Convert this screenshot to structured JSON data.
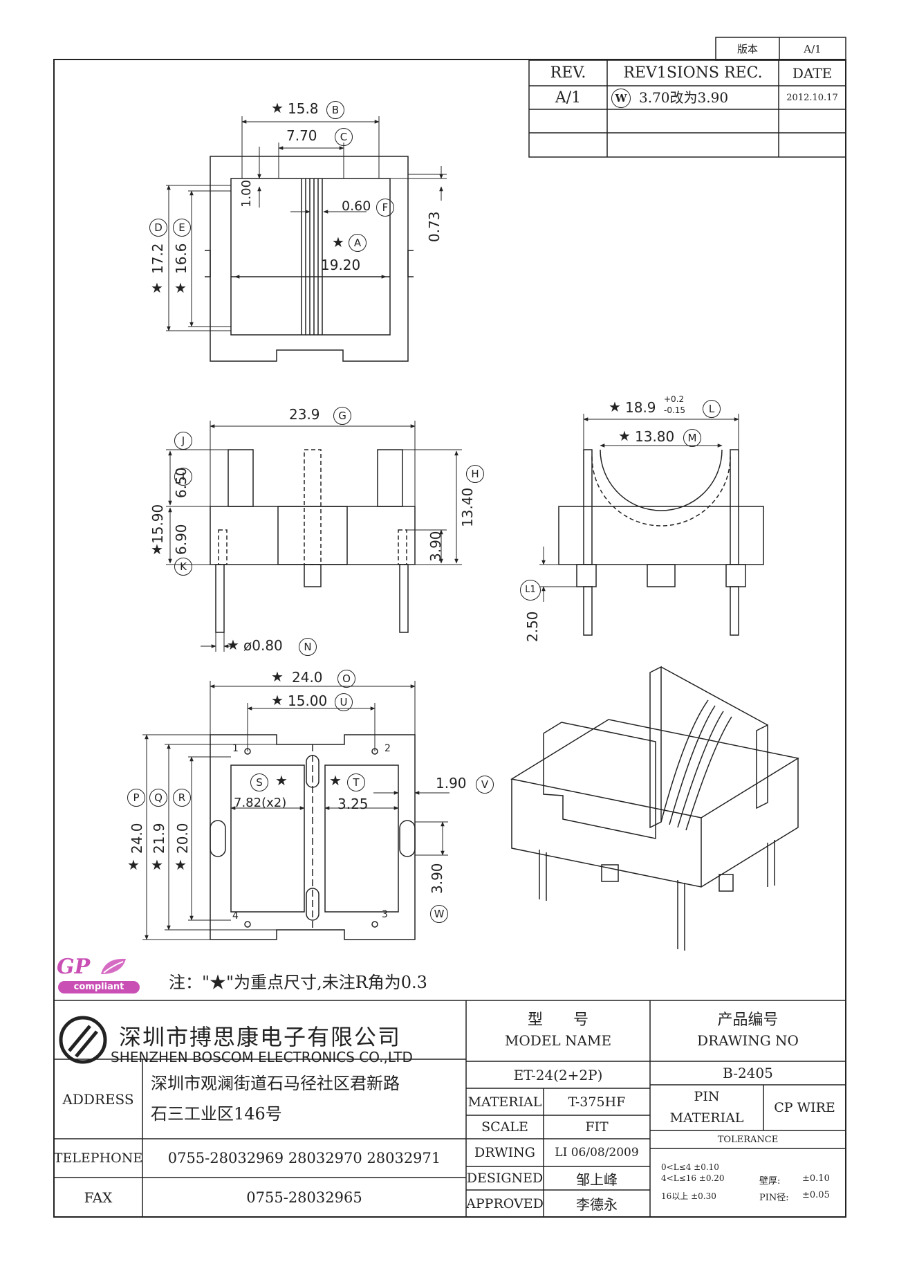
{
  "version_box": {
    "label": "版本",
    "value": "A/1"
  },
  "revisions": {
    "headers": [
      "REV.",
      "REV1SIONS REC.",
      "DATE"
    ],
    "rows": [
      {
        "rev": "A/1",
        "mark": "W",
        "text": "3.70改为3.90",
        "date": "2012.10.17"
      }
    ]
  },
  "top_view": {
    "dims": [
      "15.8",
      "7.70",
      "1.00",
      "0.60",
      "0.73",
      "17.2",
      "16.6",
      "19.20"
    ],
    "markers": [
      "B",
      "C",
      "F",
      "A",
      "D",
      "E"
    ]
  },
  "front_view": {
    "dims": [
      "23.9",
      "6.50",
      "15.90",
      "6.90",
      "13.40",
      "3.90",
      "ø0.80"
    ],
    "markers": [
      "G",
      "J",
      "I",
      "K",
      "H",
      "N"
    ]
  },
  "side_view": {
    "dims": [
      "18.9",
      "+0.2",
      "-0.15",
      "13.80",
      "2.50"
    ],
    "markers": [
      "L",
      "M",
      "L1"
    ]
  },
  "bottom_view": {
    "dims": [
      "24.0",
      "15.00",
      "7.82(x2)",
      "3.25",
      "1.90",
      "24.0",
      "21.9",
      "20.0",
      "3.90"
    ],
    "markers": [
      "O",
      "U",
      "S",
      "T",
      "V",
      "P",
      "Q",
      "R",
      "W"
    ],
    "pins": [
      "1",
      "2",
      "3",
      "4"
    ]
  },
  "logo": {
    "gp": "GP",
    "compliant": "compliant"
  },
  "note": "注：\"★\"为重点尺寸,未注R角为0.3",
  "company": {
    "name_cn": "深圳市搏思康电子有限公司",
    "name_en": "SHENZHEN BOSCOM ELECTRONICS CO.,LTD"
  },
  "title_block": {
    "model_label_cn": "型　　号",
    "model_label_en": "MODEL NAME",
    "drawing_label_cn": "产品编号",
    "drawing_label_en": "DRAWING NO",
    "model": "ET-24(2+2P)",
    "drawing_no": "B-2405",
    "address_label": "ADDRESS",
    "address_line1": "深圳市观澜街道石马径社区君新路",
    "address_line2": "石三工业区146号",
    "telephone_label": "TELEPHONE",
    "telephone": "0755-28032969 28032970 28032971",
    "fax_label": "FAX",
    "fax": "0755-28032965",
    "material_label": "MATERIAL",
    "material": "T-375HF",
    "scale_label": "SCALE",
    "scale": "FIT",
    "drawing_label": "DRWING",
    "drawing_by": "LI 06/08/2009",
    "designed_label": "DESIGNED",
    "designed_by": "邹上峰",
    "approved_label": "APPROVED",
    "approved_by": "李德永",
    "pin_material_label_1": "PIN",
    "pin_material_label_2": "MATERIAL",
    "pin_material": "CP WIRE",
    "tolerance_label": "TOLERANCE",
    "tol_lines": [
      "0<L≤4  ±0.10",
      "4<L≤16  ±0.20",
      "16以上  ±0.30"
    ],
    "wall_label": "壁厚:",
    "wall_value": "±0.10",
    "pin_dia_label": "PIN径:",
    "pin_dia_value": "±0.05"
  }
}
